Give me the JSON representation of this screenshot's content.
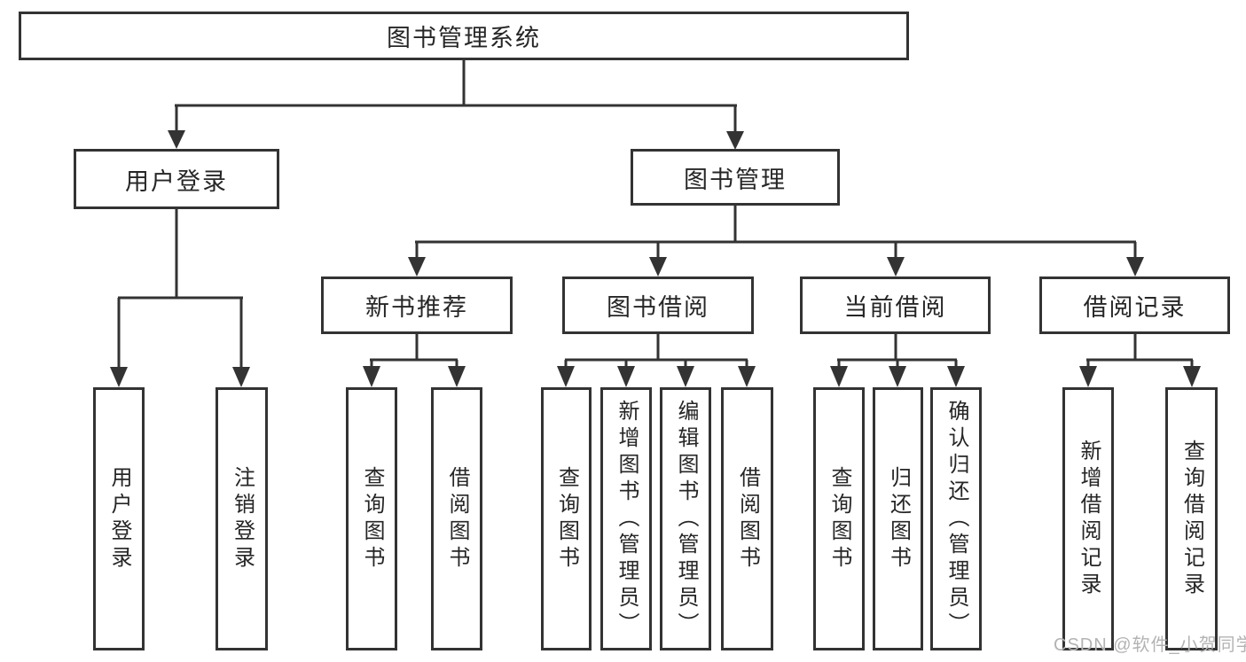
{
  "colors": {
    "line": "#333333",
    "text": "#262626",
    "fill": "#ffffff",
    "watermark": "#b3b3b3"
  },
  "tree": {
    "root": {
      "label": "图书管理系统"
    },
    "branches": [
      {
        "label": "用户登录",
        "leaves": [
          {
            "label": "用户登录"
          },
          {
            "label": "注销登录"
          }
        ]
      },
      {
        "label": "图书管理",
        "groups": [
          {
            "label": "新书推荐",
            "leaves": [
              {
                "label": "查询图书"
              },
              {
                "label": "借阅图书"
              }
            ]
          },
          {
            "label": "图书借阅",
            "leaves": [
              {
                "label": "查询图书"
              },
              {
                "label": "新增图书（管理员）"
              },
              {
                "label": "编辑图书（管理员）"
              },
              {
                "label": "借阅图书"
              }
            ]
          },
          {
            "label": "当前借阅",
            "leaves": [
              {
                "label": "查询图书"
              },
              {
                "label": "归还图书"
              },
              {
                "label": "确认归还（管理员）"
              }
            ]
          },
          {
            "label": "借阅记录",
            "leaves": [
              {
                "label": "新增借阅记录"
              },
              {
                "label": "查询借阅记录"
              }
            ]
          }
        ]
      }
    ]
  },
  "watermark": {
    "text": "CSDN @软件_小贺同学"
  }
}
